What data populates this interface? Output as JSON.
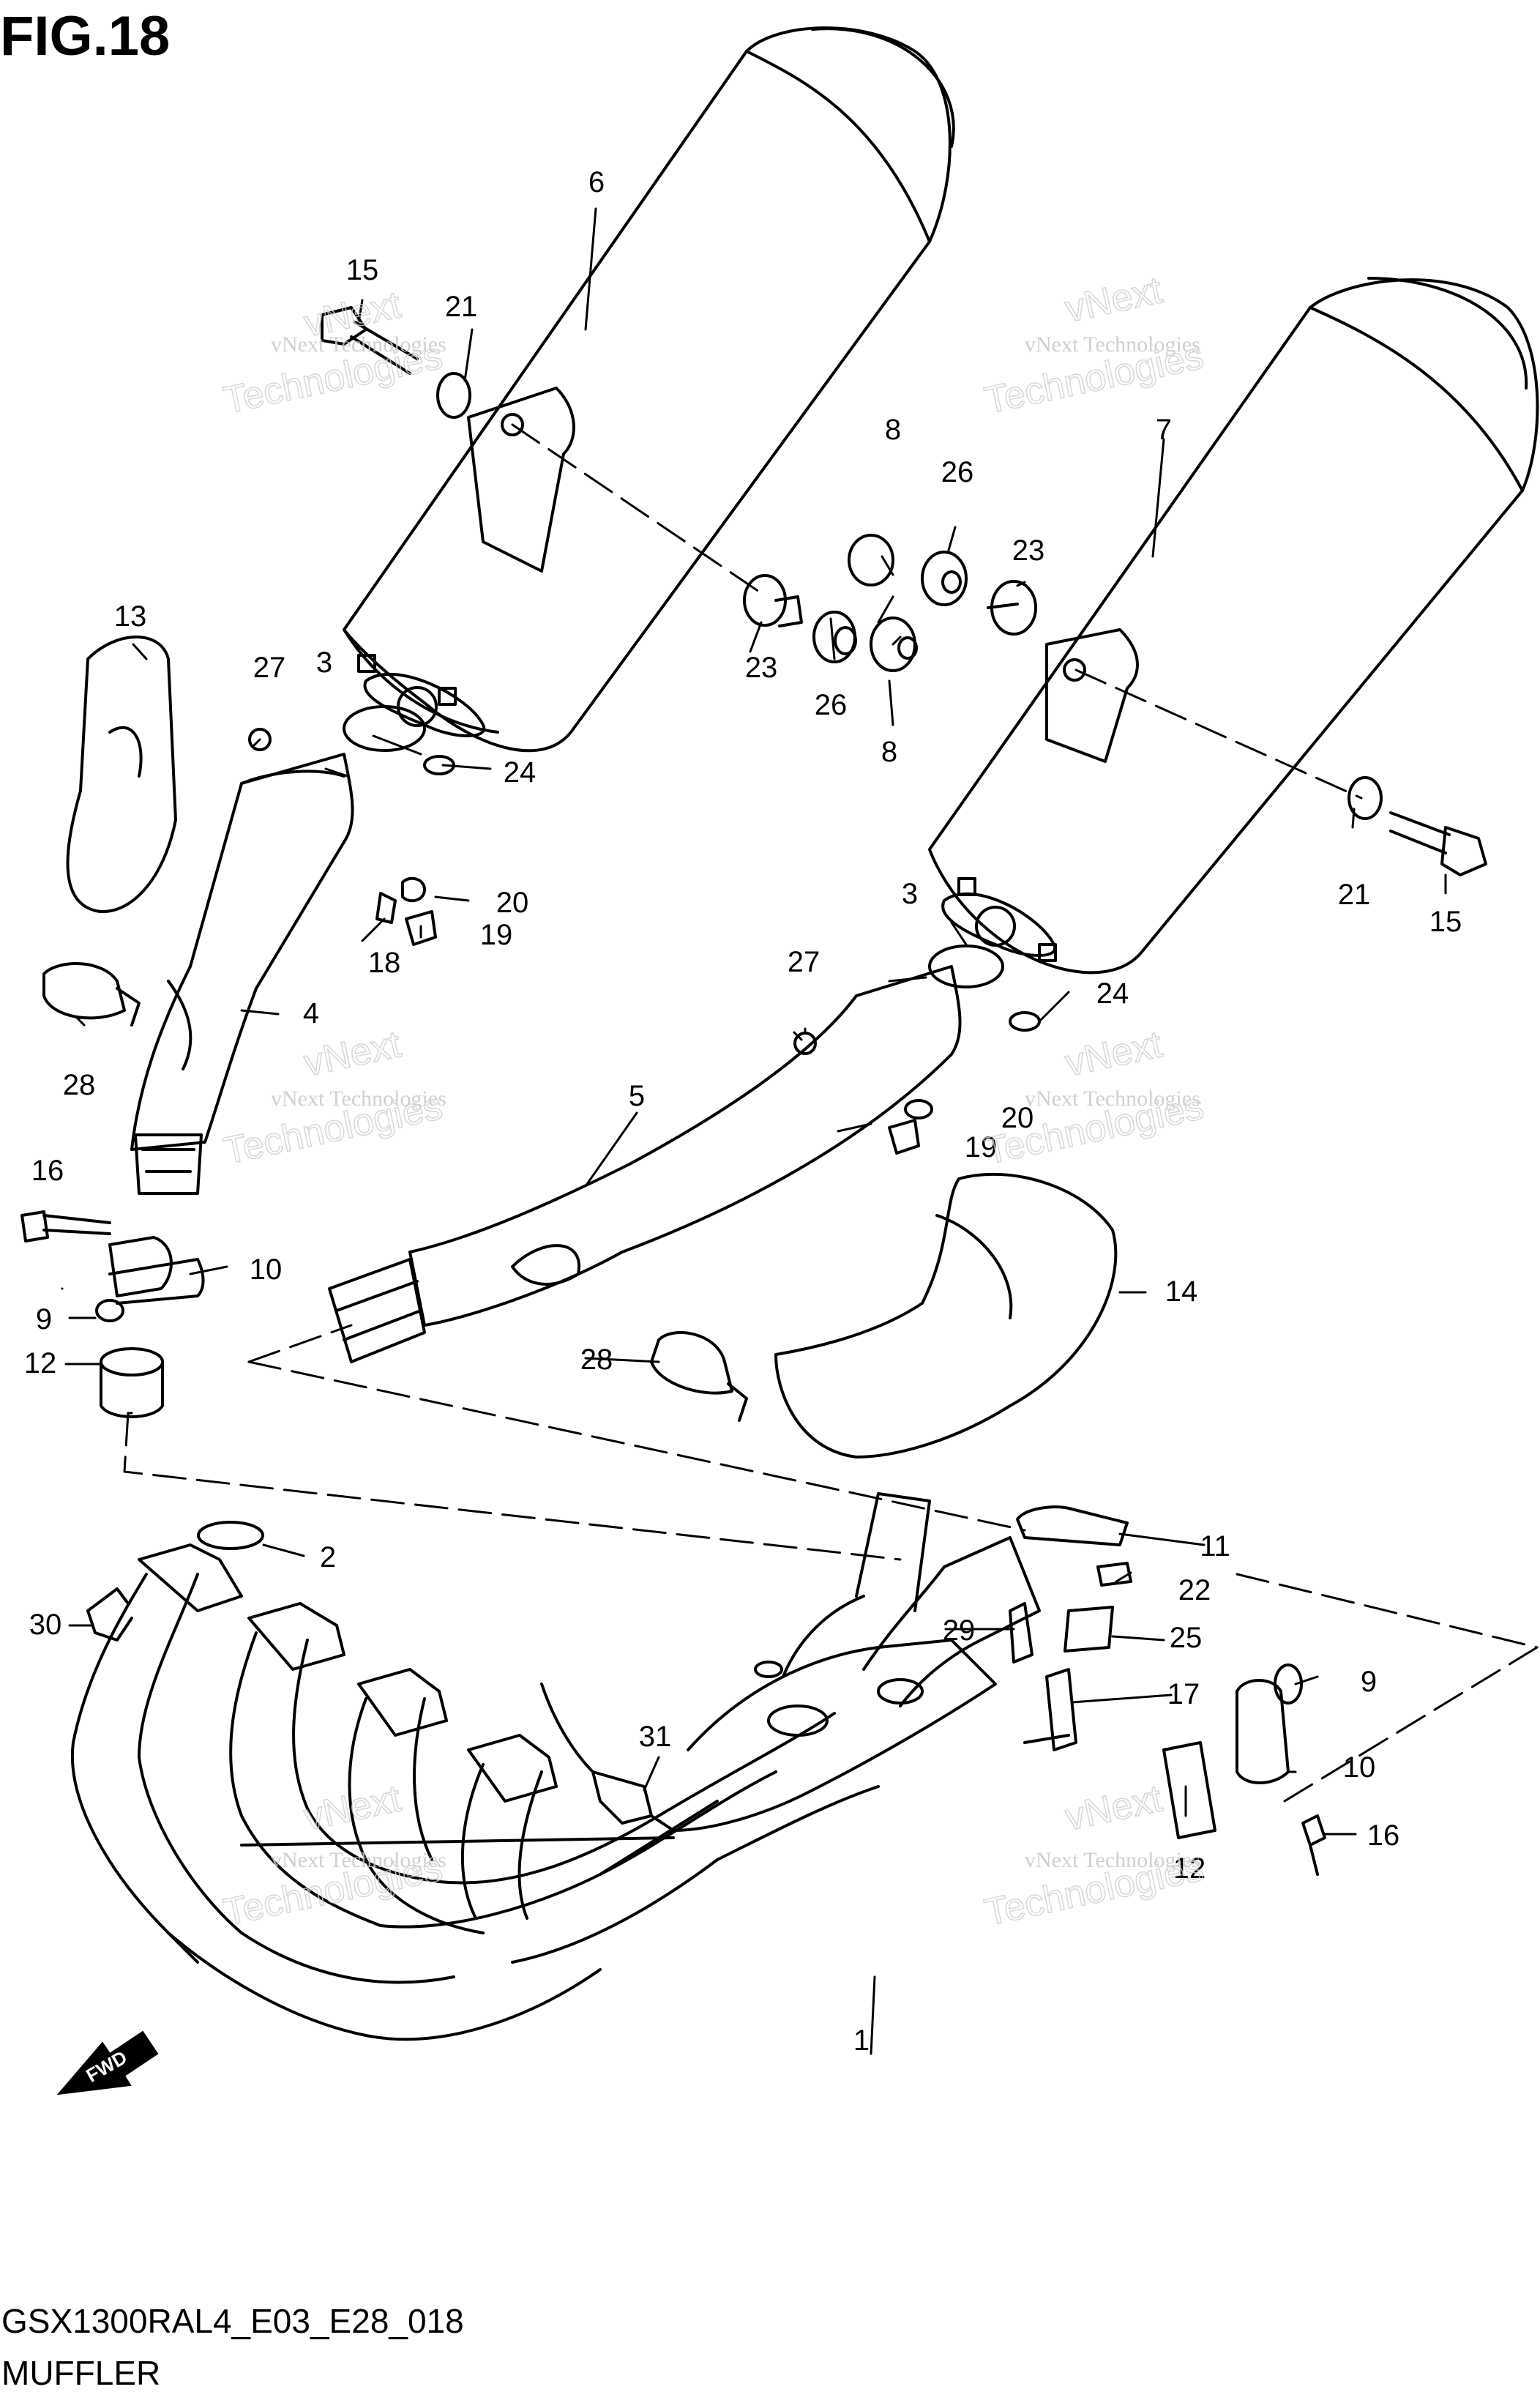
{
  "header": {
    "title": "FIG.18"
  },
  "footer": {
    "model_code": "GSX1300RAL4_E03_E28_018",
    "section_name": "MUFFLER"
  },
  "watermark": {
    "line1": "vNext",
    "line2": "vNext Technologies",
    "line3": "Technologies"
  },
  "direction_mark": {
    "label": "FWD"
  },
  "callouts": {
    "c1": "1",
    "c2": "2",
    "c3a": "3",
    "c3b": "3",
    "c4": "4",
    "c5": "5",
    "c6": "6",
    "c7": "7",
    "c8a": "8",
    "c8b": "8",
    "c9a": "9",
    "c9b": "9",
    "c10a": "10",
    "c10b": "10",
    "c11": "11",
    "c12a": "12",
    "c12b": "12",
    "c13": "13",
    "c14": "14",
    "c15a": "15",
    "c15b": "15",
    "c16a": "16",
    "c16b": "16",
    "c17": "17",
    "c18": "18",
    "c19a": "19",
    "c19b": "19",
    "c20a": "20",
    "c20b": "20",
    "c21a": "21",
    "c21b": "21",
    "c22": "22",
    "c23a": "23",
    "c23b": "23",
    "c24a": "24",
    "c24b": "24",
    "c25": "25",
    "c26a": "26",
    "c26b": "26",
    "c27a": "27",
    "c27b": "27",
    "c28a": "28",
    "c28b": "28",
    "c29": "29",
    "c30": "30",
    "c31": "31"
  }
}
